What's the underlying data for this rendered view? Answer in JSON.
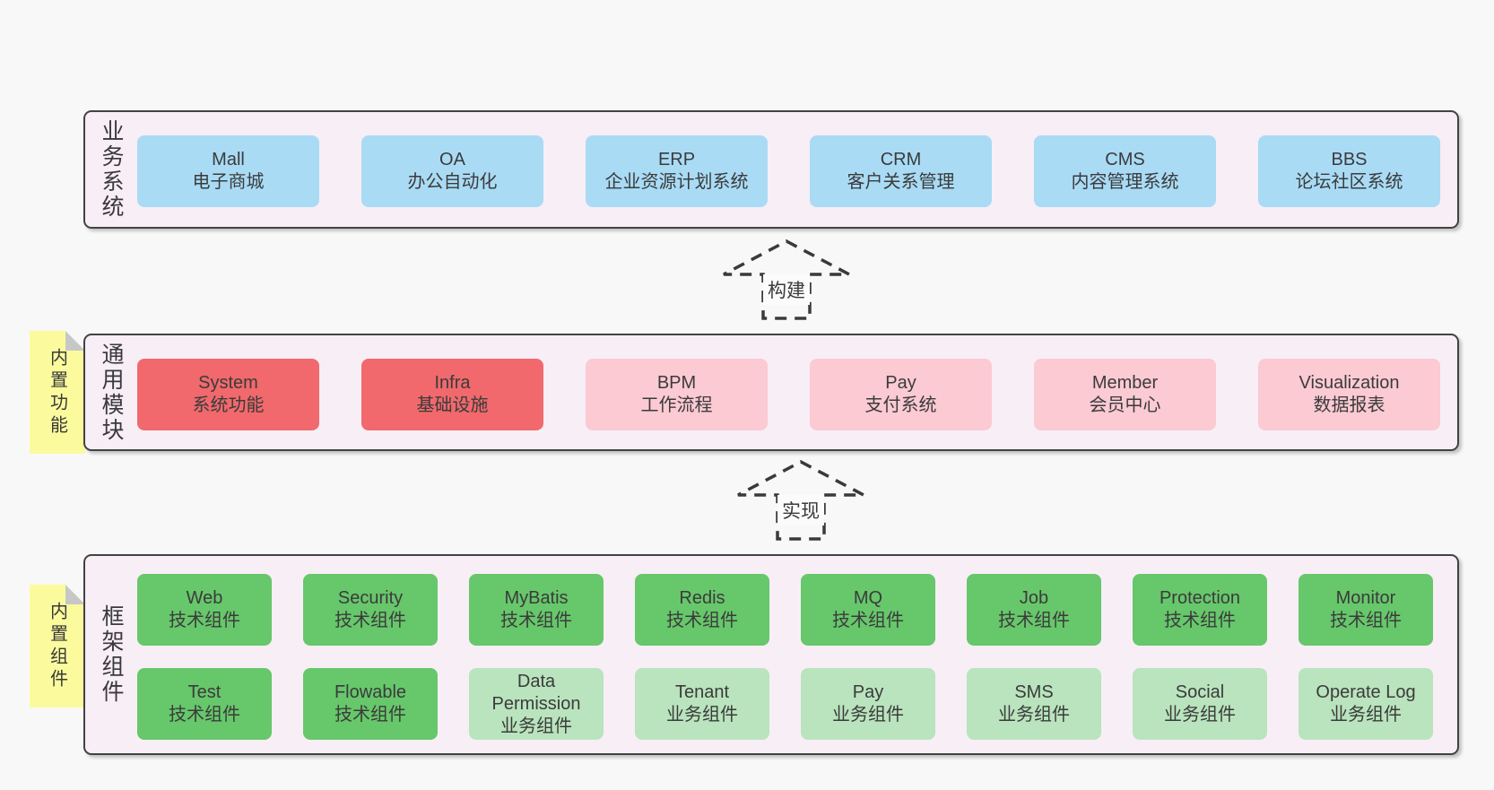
{
  "colors": {
    "page_background": "#f8f8f8",
    "layer_background": "#f8eef6",
    "layer_border": "#424242",
    "blue_box": "#a9dbf5",
    "red_box": "#f1696c",
    "pink_box": "#fbcad3",
    "green_box": "#67c76b",
    "light_green_box": "#b9e4bd",
    "sticky_note": "#fbfb9e",
    "note_fold": "#c7c7c7",
    "arrow_stroke": "#3a3a3a",
    "text": "#3b3b3b"
  },
  "arrows": [
    {
      "label": "构建"
    },
    {
      "label": "实现"
    }
  ],
  "layers": [
    {
      "id": "business",
      "label": "业务系统",
      "boxes": [
        {
          "en": "Mall",
          "zh": "电子商城",
          "variant": "blue"
        },
        {
          "en": "OA",
          "zh": "办公自动化",
          "variant": "blue"
        },
        {
          "en": "ERP",
          "zh": "企业资源计划系统",
          "variant": "blue"
        },
        {
          "en": "CRM",
          "zh": "客户关系管理",
          "variant": "blue"
        },
        {
          "en": "CMS",
          "zh": "内容管理系统",
          "variant": "blue"
        },
        {
          "en": "BBS",
          "zh": "论坛社区系统",
          "variant": "blue"
        }
      ]
    },
    {
      "id": "modules",
      "label": "通用模块",
      "note": "内置功能",
      "boxes": [
        {
          "en": "System",
          "zh": "系统功能",
          "variant": "red"
        },
        {
          "en": "Infra",
          "zh": "基础设施",
          "variant": "red"
        },
        {
          "en": "BPM",
          "zh": "工作流程",
          "variant": "pink"
        },
        {
          "en": "Pay",
          "zh": "支付系统",
          "variant": "pink"
        },
        {
          "en": "Member",
          "zh": "会员中心",
          "variant": "pink"
        },
        {
          "en": "Visualization",
          "zh": "数据报表",
          "variant": "pink"
        }
      ]
    },
    {
      "id": "components",
      "label": "框架组件",
      "note": "内置组件",
      "rows": [
        [
          {
            "en": "Web",
            "zh": "技术组件",
            "variant": "green"
          },
          {
            "en": "Security",
            "zh": "技术组件",
            "variant": "green"
          },
          {
            "en": "MyBatis",
            "zh": "技术组件",
            "variant": "green"
          },
          {
            "en": "Redis",
            "zh": "技术组件",
            "variant": "green"
          },
          {
            "en": "MQ",
            "zh": "技术组件",
            "variant": "green"
          },
          {
            "en": "Job",
            "zh": "技术组件",
            "variant": "green"
          },
          {
            "en": "Protection",
            "zh": "技术组件",
            "variant": "green"
          },
          {
            "en": "Monitor",
            "zh": "技术组件",
            "variant": "green"
          }
        ],
        [
          {
            "en": "Test",
            "zh": "技术组件",
            "variant": "green"
          },
          {
            "en": "Flowable",
            "zh": "技术组件",
            "variant": "green"
          },
          {
            "en": "Data Permission",
            "zh": "业务组件",
            "variant": "lightgreen"
          },
          {
            "en": "Tenant",
            "zh": "业务组件",
            "variant": "lightgreen"
          },
          {
            "en": "Pay",
            "zh": "业务组件",
            "variant": "lightgreen"
          },
          {
            "en": "SMS",
            "zh": "业务组件",
            "variant": "lightgreen"
          },
          {
            "en": "Social",
            "zh": "业务组件",
            "variant": "lightgreen"
          },
          {
            "en": "Operate Log",
            "zh": "业务组件",
            "variant": "lightgreen"
          }
        ]
      ]
    }
  ]
}
